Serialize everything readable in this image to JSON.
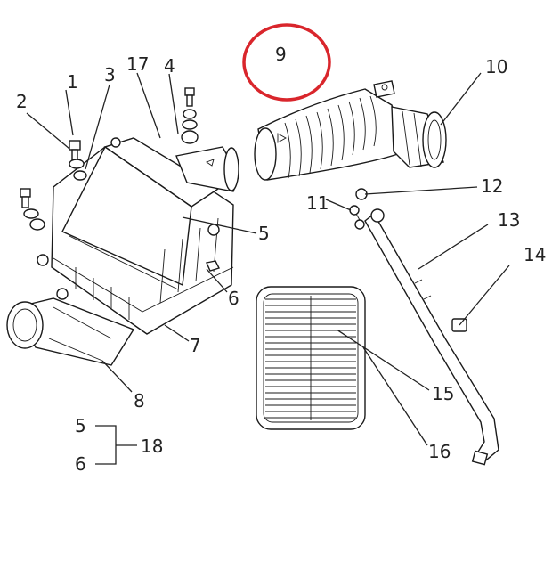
{
  "callouts": {
    "c1": "1",
    "c2": "2",
    "c3": "3",
    "c4": "4",
    "c5a": "5",
    "c5b": "5",
    "c6a": "6",
    "c6b": "6",
    "c7": "7",
    "c8": "8",
    "c9": "9",
    "c10": "10",
    "c11": "11",
    "c12": "12",
    "c13": "13",
    "c14": "14",
    "c15": "15",
    "c16": "16",
    "c17": "17",
    "c18": "18"
  },
  "colors": {
    "highlight_circle": "#d9262c",
    "linework": "#1a1a1a"
  }
}
